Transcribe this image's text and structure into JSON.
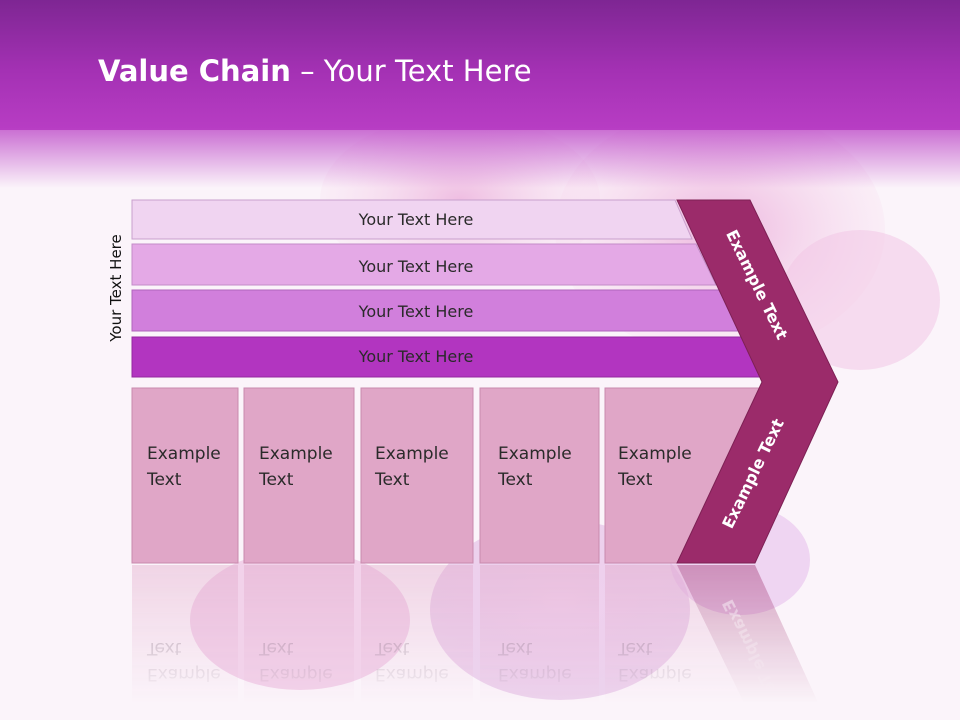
{
  "title": {
    "bold": "Value Chain",
    "rest": " – Your Text Here"
  },
  "side_label": "Your Text Here",
  "support_bars": [
    {
      "label": "Your Text Here",
      "color": "#f0d4f1"
    },
    {
      "label": "Your Text Here",
      "color": "#e4a9e6"
    },
    {
      "label": "Your Text Here",
      "color": "#d17fdc"
    },
    {
      "label": "Your Text Here",
      "color": "#b235c0"
    }
  ],
  "primary_boxes": [
    {
      "line1": "Example",
      "line2": "Text"
    },
    {
      "line1": "Example",
      "line2": "Text"
    },
    {
      "line1": "Example",
      "line2": "Text"
    },
    {
      "line1": "Example",
      "line2": "Text"
    },
    {
      "line1": "Example",
      "line2": "Text"
    }
  ],
  "margin_labels": {
    "upper": "Example Text",
    "lower": "Example Text"
  },
  "colors": {
    "header": "#a431b4",
    "chevron": "#9b2b6a",
    "box": "#e0a6c7",
    "box_border": "#c98aae"
  }
}
